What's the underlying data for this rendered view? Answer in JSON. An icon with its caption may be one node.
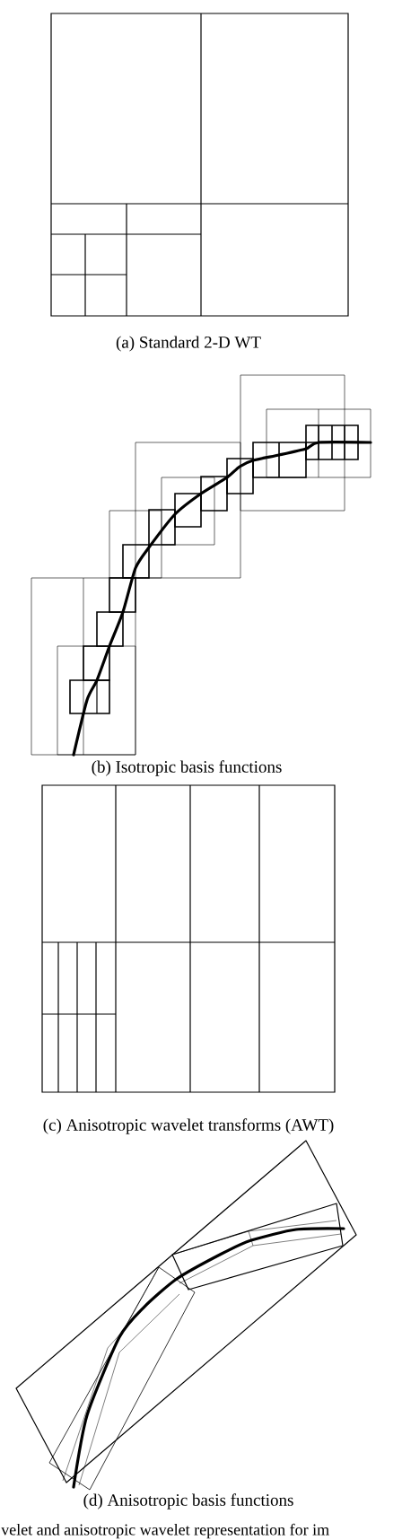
{
  "diagram": {
    "labels": [
      "(a) Standard 2-D WT",
      "(b) Isotropic basis functions",
      "(c) Anisotropic wavelet transforms (AWT)",
      "(d) Anisotropic basis functions",
      "velet and anisotropic wavelet representation for im"
    ]
  }
}
